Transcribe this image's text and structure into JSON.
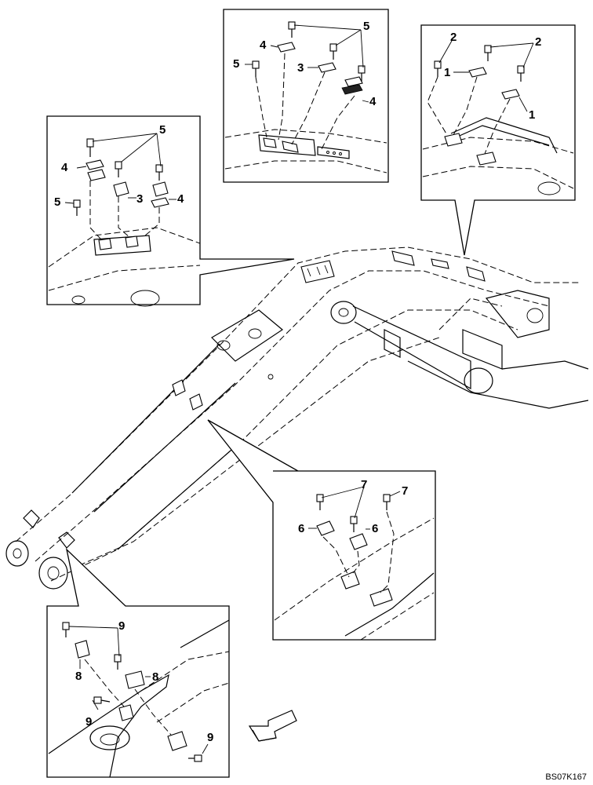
{
  "figure_code": "BS07K167",
  "callouts": {
    "one": "1",
    "two": "2",
    "three": "3",
    "four": "4",
    "five": "5",
    "six": "6",
    "seven": "7",
    "eight": "8",
    "nine": "9"
  },
  "icons": {
    "direction_arrow": "front-direction-arrow-icon"
  }
}
